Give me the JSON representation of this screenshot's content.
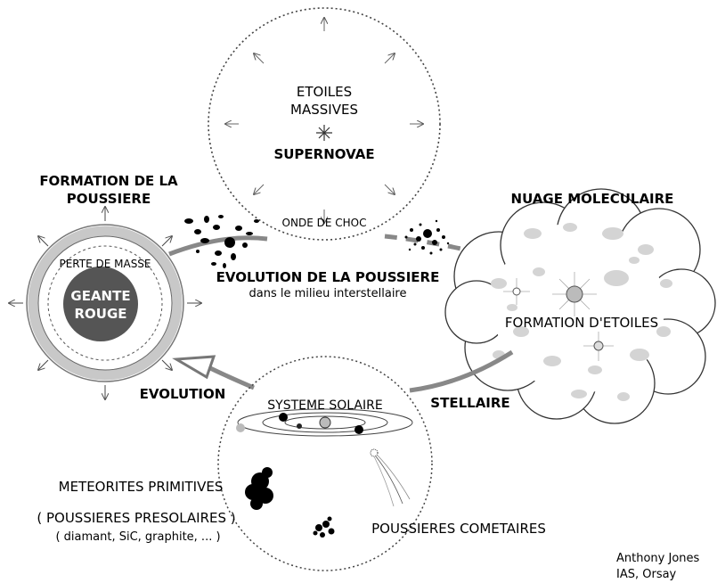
{
  "supernova": {
    "line1": "ETOILES",
    "line2": "MASSIVES",
    "title": "SUPERNOVAE",
    "shock": "ONDE DE CHOC"
  },
  "giant": {
    "formation_line1": "FORMATION DE LA",
    "formation_line2": "POUSSIERE",
    "mass_loss": "PERTE DE MASSE",
    "star_line1": "GEANTE",
    "star_line2": "ROUGE"
  },
  "dust_evolution": {
    "title": "EVOLUTION DE LA POUSSIERE",
    "subtitle": "dans le milieu interstellaire"
  },
  "cloud": {
    "title": "NUAGE MOLECULAIRE",
    "formation": "FORMATION D'ETOILES"
  },
  "stellar_evolution": {
    "left": "EVOLUTION",
    "right": "STELLAIRE"
  },
  "solar_system": {
    "title": "SYSTEME SOLAIRE",
    "meteorites": "METEORITES PRIMITIVES",
    "presolar": "( POUSSIERES PRESOLAIRES )",
    "presolar_examples": "( diamant, SiC, graphite, ... )",
    "cometary": "POUSSIERES COMETAIRES"
  },
  "credit": {
    "line1": "Anthony Jones",
    "line2": "IAS, Orsay"
  }
}
